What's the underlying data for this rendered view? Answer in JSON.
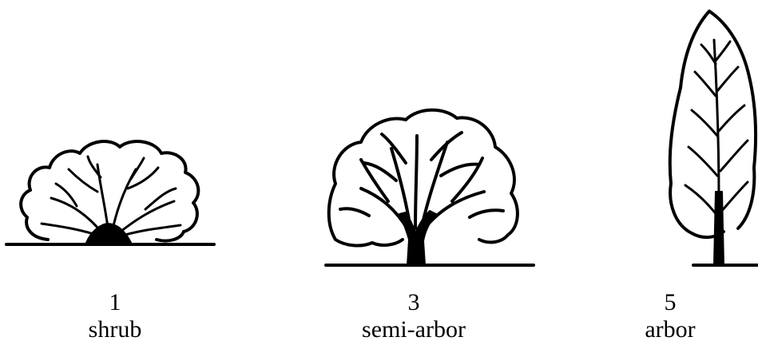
{
  "figures": [
    {
      "number": "1",
      "name": "shrub"
    },
    {
      "number": "3",
      "name": "semi-arbor"
    },
    {
      "number": "5",
      "name": "arbor"
    }
  ],
  "colors": {
    "ink": "#000000",
    "paper": "#ffffff"
  }
}
